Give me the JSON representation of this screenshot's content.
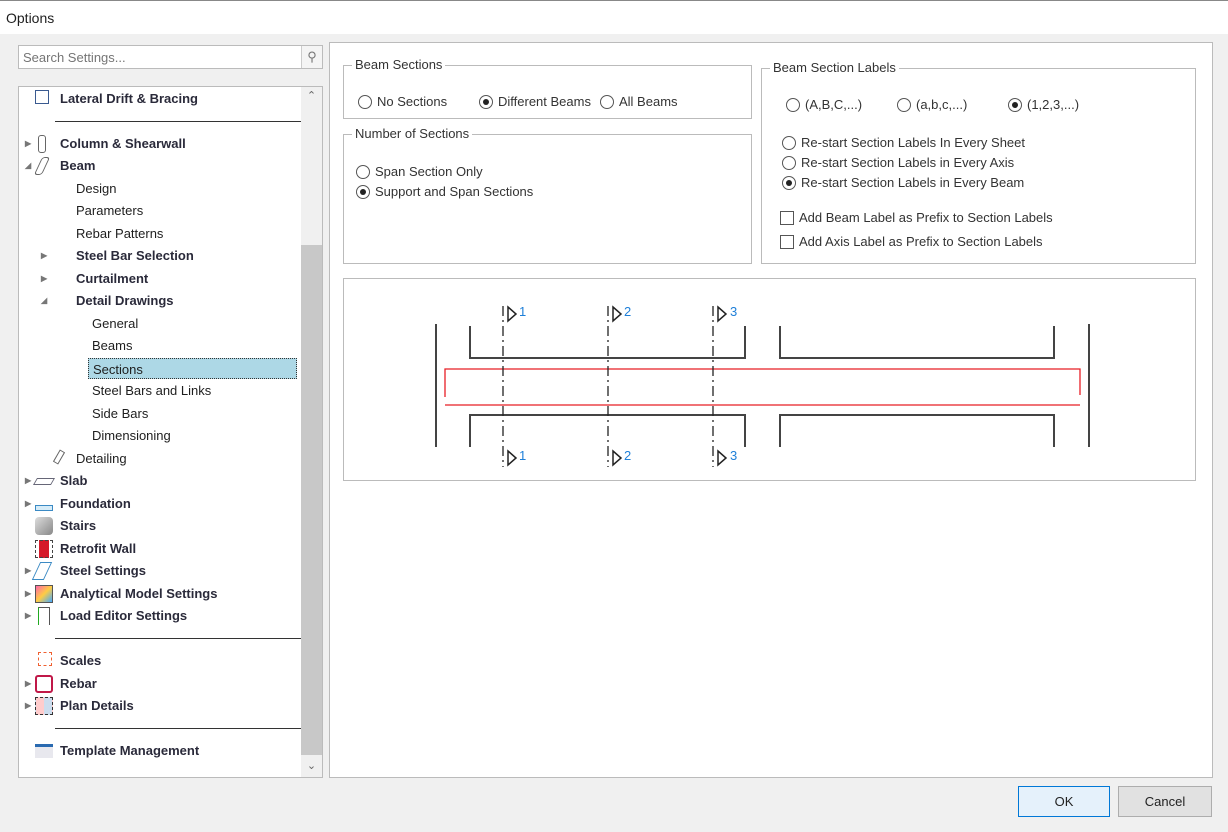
{
  "window": {
    "title": "Options"
  },
  "search": {
    "placeholder": "Search Settings..."
  },
  "tree": {
    "items": [
      {
        "label": "Lateral Drift & Bracing"
      },
      {
        "label": "Column & Shearwall"
      },
      {
        "label": "Beam"
      },
      {
        "label": "Design"
      },
      {
        "label": "Parameters"
      },
      {
        "label": "Rebar Patterns"
      },
      {
        "label": "Steel Bar Selection"
      },
      {
        "label": "Curtailment"
      },
      {
        "label": "Detail Drawings"
      },
      {
        "label": "General"
      },
      {
        "label": "Beams"
      },
      {
        "label": "Sections"
      },
      {
        "label": "Steel Bars and Links"
      },
      {
        "label": "Side Bars"
      },
      {
        "label": "Dimensioning"
      },
      {
        "label": "Detailing"
      },
      {
        "label": "Slab"
      },
      {
        "label": "Foundation"
      },
      {
        "label": "Stairs"
      },
      {
        "label": "Retrofit Wall"
      },
      {
        "label": "Steel Settings"
      },
      {
        "label": "Analytical Model Settings"
      },
      {
        "label": "Load Editor Settings"
      },
      {
        "label": "Scales"
      },
      {
        "label": "Rebar"
      },
      {
        "label": "Plan Details"
      },
      {
        "label": "Template Management"
      }
    ]
  },
  "beam_sections": {
    "title": "Beam Sections",
    "options": [
      "No Sections",
      "Different Beams",
      "All Beams"
    ],
    "selected": "Different Beams"
  },
  "number_of_sections": {
    "title": "Number of Sections",
    "options": [
      "Span Section Only",
      "Support and Span Sections"
    ],
    "selected": "Support and Span Sections"
  },
  "labels": {
    "title": "Beam Section Labels",
    "styles": [
      "(A,B,C,...)",
      "(a,b,c,...)",
      "(1,2,3,...)"
    ],
    "selected_style": "(1,2,3,...)",
    "restart": [
      "Re-start Section Labels In Every Sheet",
      "Re-start Section Labels in Every Axis",
      "Re-start Section Labels in Every Beam"
    ],
    "selected_restart": "Re-start Section Labels in Every Beam",
    "checks": [
      {
        "label": "Add Beam Label as Prefix to Section Labels",
        "checked": false
      },
      {
        "label": "Add Axis Label as Prefix to Section Labels",
        "checked": false
      }
    ]
  },
  "preview": {
    "section_labels": [
      "1",
      "2",
      "3"
    ],
    "beam_color": "#e81e25",
    "label_color": "#1e7fd8"
  },
  "buttons": {
    "ok": "OK",
    "cancel": "Cancel"
  }
}
